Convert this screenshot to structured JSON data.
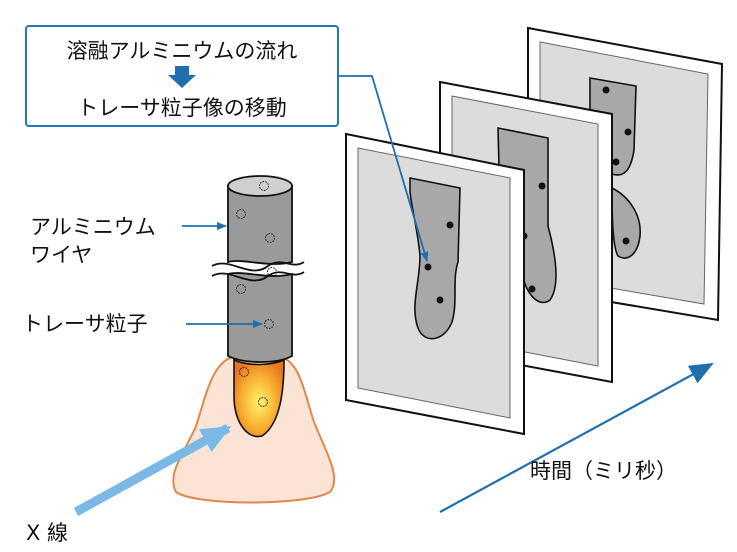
{
  "callout": {
    "line1": "溶融アルミニウムの流れ",
    "arrow_glyph": "down-arrow",
    "line2": "トレーサ粒子像の移動"
  },
  "labels": {
    "wire_line1": "アルミニウム",
    "wire_line2": "ワイヤ",
    "tracer": "トレーサ粒子",
    "xray": "X 線",
    "time": "時間（ミリ秒）"
  },
  "colors": {
    "callout_border": "#1f7ab8",
    "arrow_blue": "#1f6fae",
    "xray_beam": "#7ab8e6",
    "wire_fill": "#9a9a9a",
    "frame_bg": "#dcdcdc",
    "melt_blob": "#a8a8a8",
    "molten_core": "#f7a52b",
    "arc_glow": "#fbe4d6",
    "arc_outline": "#e0884a"
  }
}
